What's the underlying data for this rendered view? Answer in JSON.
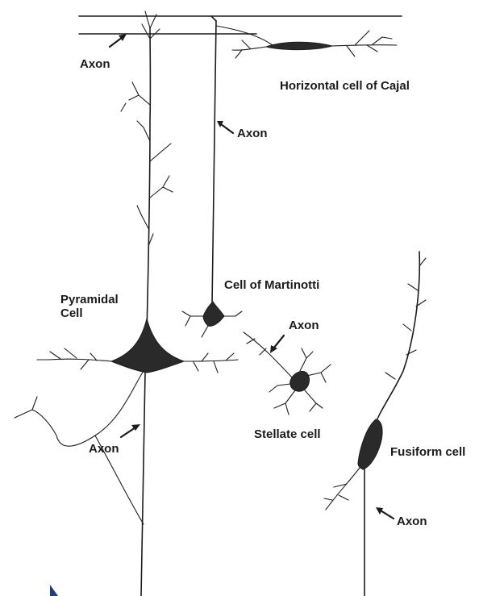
{
  "labels": {
    "axon_top_left": "Axon",
    "horizontal_cell": "Horizontal cell of Cajal",
    "axon_martinotti": "Axon",
    "pyramidal_line1": "Pyramidal",
    "pyramidal_line2": "Cell",
    "martinotti_cell": "Cell of Martinotti",
    "axon_stellate": "Axon",
    "stellate_cell": "Stellate cell",
    "axon_pyramidal": "Axon",
    "fusiform_cell": "Fusiform cell",
    "axon_fusiform": "Axon"
  },
  "colors": {
    "ink": "#1c1c1c",
    "background": "#ffffff",
    "marker": "#1f3f7a"
  }
}
